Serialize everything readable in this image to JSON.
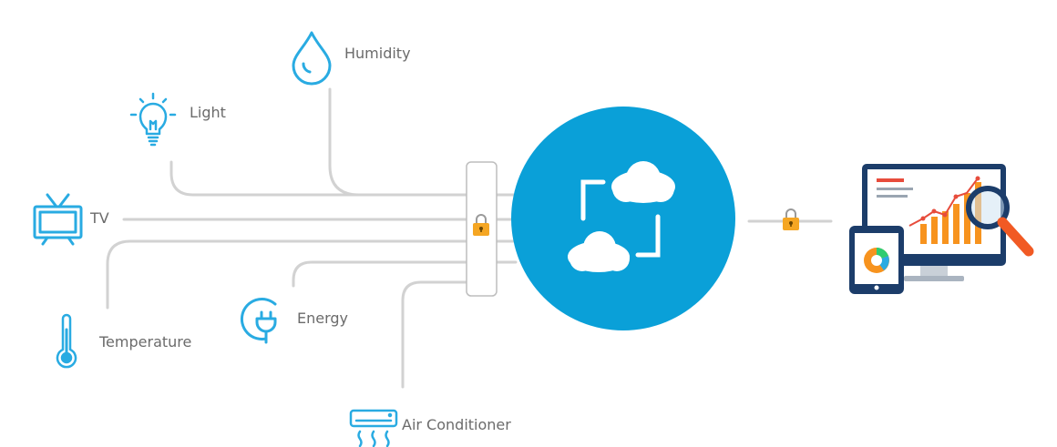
{
  "devices": {
    "humidity": {
      "label": "Humidity",
      "icon": "water-drop-icon"
    },
    "light": {
      "label": "Light",
      "icon": "light-bulb-icon"
    },
    "tv": {
      "label": "TV",
      "icon": "tv-icon"
    },
    "temperature": {
      "label": "Temperature",
      "icon": "thermometer-icon"
    },
    "energy": {
      "label": "Energy",
      "icon": "power-plug-icon"
    },
    "air_conditioner": {
      "label": "Air Conditioner",
      "icon": "air-conditioner-icon"
    }
  },
  "hub": {
    "icon": "cloud-sync-icon"
  },
  "gateway": {
    "icon": "padlock-icon"
  },
  "output": {
    "lock_icon": "padlock-icon",
    "icon": "analytics-dashboard-icon"
  },
  "colors": {
    "icon_blue": "#29abe2",
    "hub_blue": "#0aa0d8",
    "line_gray": "#cfcfcf",
    "lock_orange": "#f5a623",
    "monitor_navy": "#1c3d6a",
    "bar_orange": "#f7931e",
    "magnifier_orange": "#f15a24"
  }
}
